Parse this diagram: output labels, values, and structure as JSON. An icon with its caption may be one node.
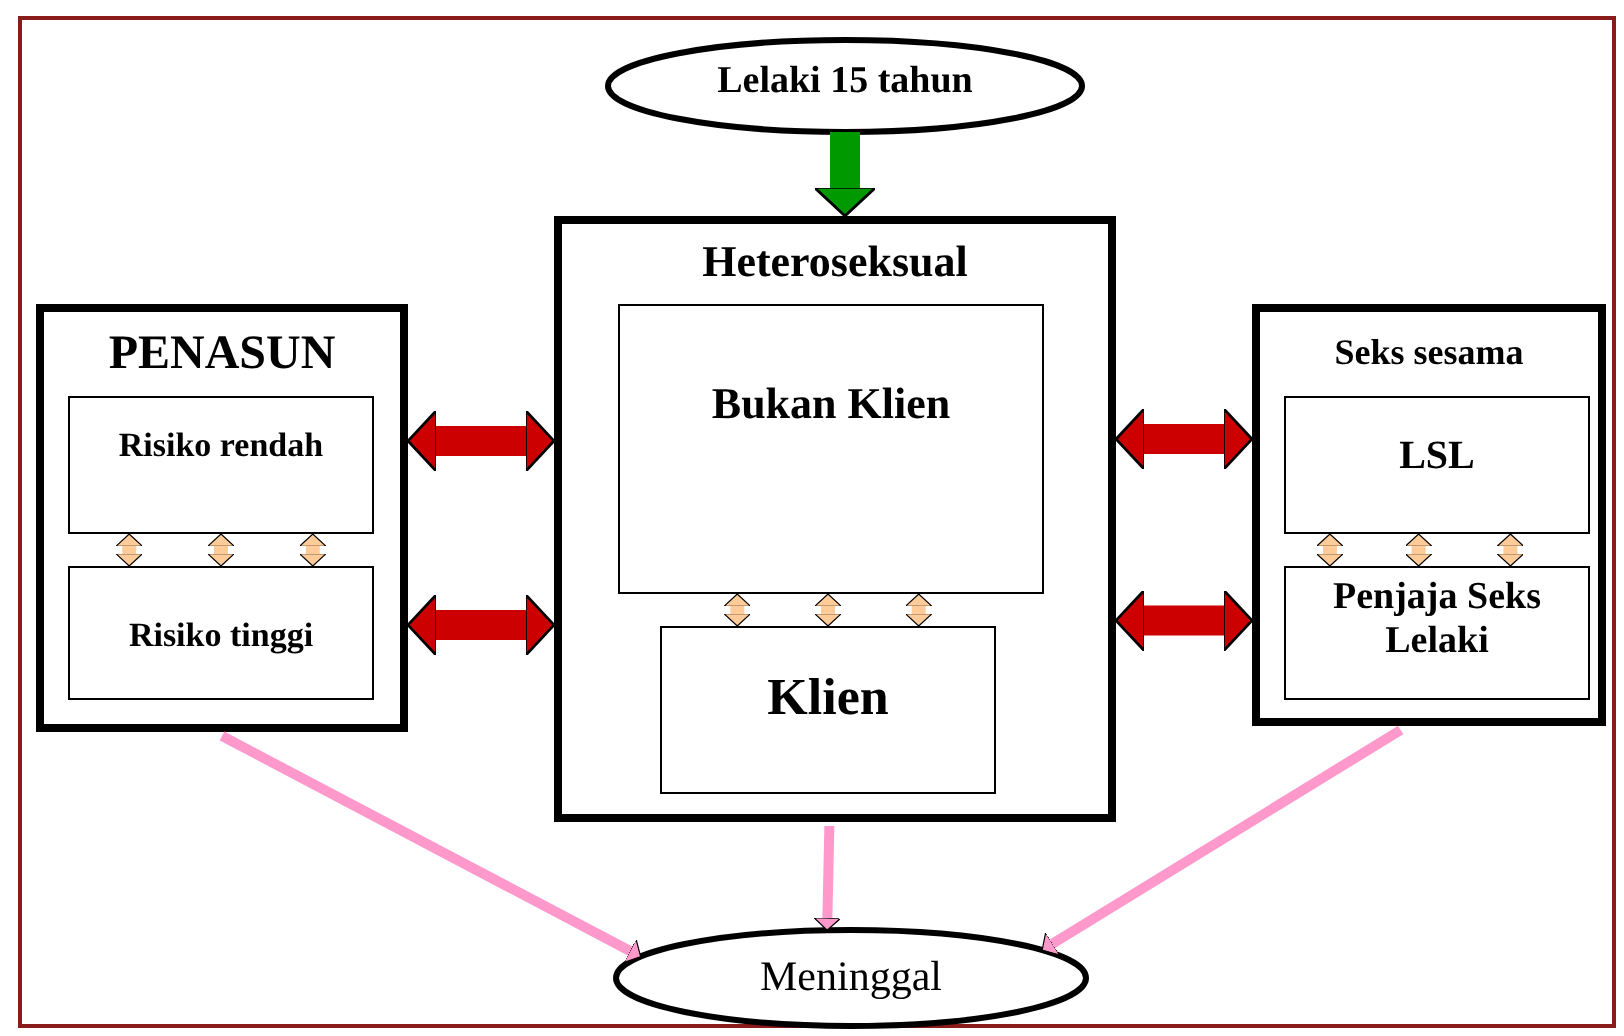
{
  "diagram": {
    "nodes": [
      {
        "text": [
          "Lelaki 15 tahun"
        ]
      },
      {
        "text": [
          "PENASUN"
        ]
      },
      {
        "text": [
          "Risiko rendah"
        ],
        "in": 1
      },
      {
        "text": [
          "Risiko tinggi"
        ],
        "in": 1
      },
      {
        "text": [
          "Heteroseksual"
        ]
      },
      {
        "text": [
          "Bukan Klien"
        ],
        "in": 4
      },
      {
        "text": [
          "Klien"
        ],
        "in": 4
      },
      {
        "text": [
          "Seks sesama"
        ]
      },
      {
        "text": [
          "LSL"
        ],
        "in": 7
      },
      {
        "text": [
          "Penjaja Seks Lelaki"
        ],
        "in": 7
      },
      {
        "text": [
          "Meninggal"
        ]
      }
    ],
    "edges": [
      {
        "from": 0,
        "to": 4,
        "arrow": "to",
        "style": "thick",
        "color": "#009900"
      },
      {
        "from": 1,
        "to": 4,
        "arrow": "both",
        "style": "thick",
        "color": "#cc0000"
      },
      {
        "from": 1,
        "to": 4,
        "arrow": "both",
        "style": "thick",
        "color": "#cc0000"
      },
      {
        "from": 4,
        "to": 7,
        "arrow": "both",
        "style": "thick",
        "color": "#cc0000"
      },
      {
        "from": 4,
        "to": 7,
        "arrow": "both",
        "style": "thick",
        "color": "#cc0000"
      },
      {
        "from": 2,
        "to": 3,
        "arrow": "both"
      },
      {
        "from": 2,
        "to": 3,
        "arrow": "both"
      },
      {
        "from": 2,
        "to": 3,
        "arrow": "both"
      },
      {
        "from": 5,
        "to": 6,
        "arrow": "both"
      },
      {
        "from": 5,
        "to": 6,
        "arrow": "both"
      },
      {
        "from": 5,
        "to": 6,
        "arrow": "both"
      },
      {
        "from": 8,
        "to": 9,
        "arrow": "both"
      },
      {
        "from": 8,
        "to": 9,
        "arrow": "both"
      },
      {
        "from": 8,
        "to": 9,
        "arrow": "both"
      },
      {
        "from": 1,
        "to": 10,
        "arrow": "to",
        "color": "#ff99cc"
      },
      {
        "from": 4,
        "to": 10,
        "arrow": "to",
        "color": "#ff99cc"
      },
      {
        "from": 7,
        "to": 10,
        "arrow": "to",
        "color": "#ff99cc"
      }
    ]
  }
}
